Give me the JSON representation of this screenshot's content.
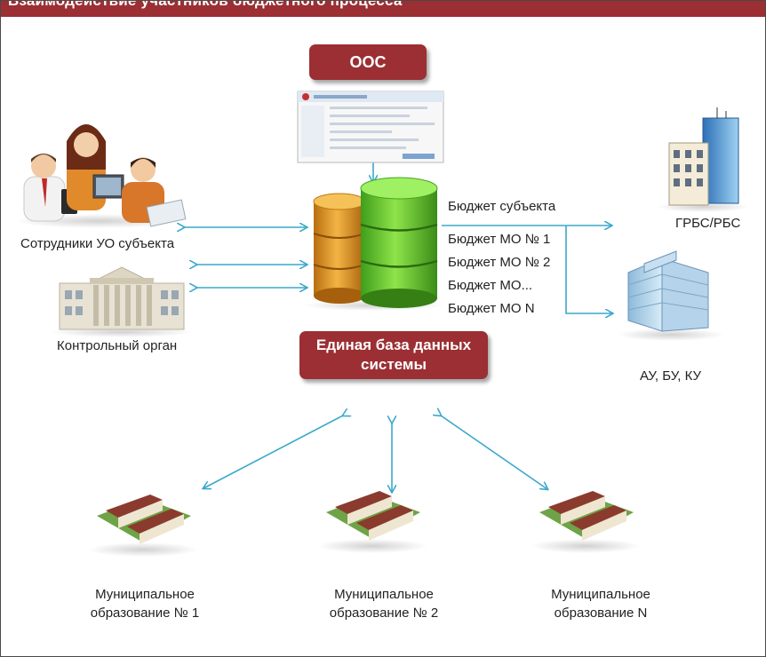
{
  "header": {
    "text": "Взаимодействие участников бюджетного процесса"
  },
  "oos": {
    "label": "ООС"
  },
  "database": {
    "title_line1": "Единая база данных",
    "title_line2": "системы"
  },
  "budgets": [
    "Бюджет субъекта",
    "Бюджет МО № 1",
    "Бюджет МО № 2",
    "Бюджет МО...",
    "Бюджет МО N"
  ],
  "actors": {
    "staff": "Сотрудники УО субъекта",
    "control": "Контрольный орган",
    "grbs": "ГРБС/РБС",
    "institutions": "АУ, БУ, КУ"
  },
  "municipalities": [
    {
      "line1": "Муниципальное",
      "line2": "образование № 1"
    },
    {
      "line1": "Муниципальное",
      "line2": "образование № 2"
    },
    {
      "line1": "Муниципальное",
      "line2": "образование N"
    }
  ],
  "colors": {
    "header": "#9b2f33",
    "arrows": "#3aa9cc",
    "db_green": "#5ec331",
    "db_orange": "#e0951f"
  }
}
